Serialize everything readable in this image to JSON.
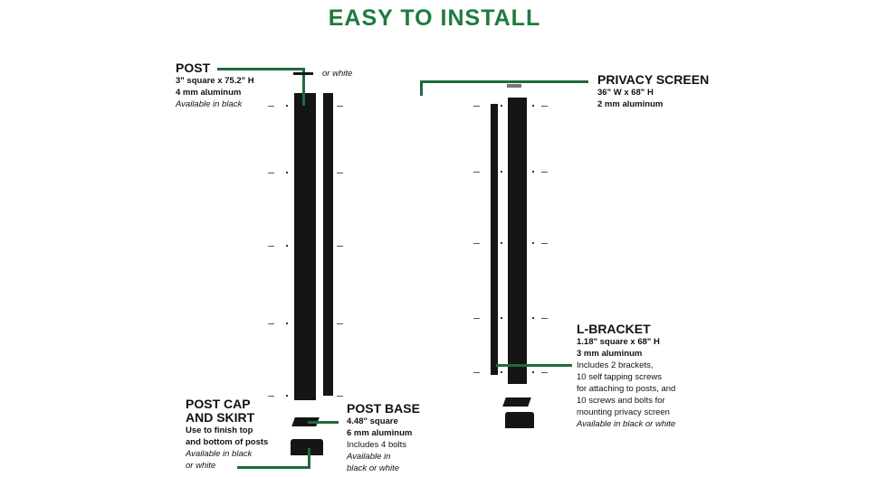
{
  "title": "EASY TO INSTALL",
  "post": {
    "heading": "POST",
    "lines": [
      "3\" square x 75.2\" H",
      "4 mm aluminum"
    ],
    "note": "Available in black",
    "extra": "or white"
  },
  "privacy_screen": {
    "heading": "PRIVACY SCREEN",
    "lines": [
      "36\" W x 68\" H",
      "2 mm aluminum"
    ]
  },
  "l_bracket": {
    "heading": "L-BRACKET",
    "lines": [
      "1.18\" square x 68\" H",
      "3 mm aluminum"
    ],
    "details": [
      "Includes 2 brackets,",
      "10 self tapping screws",
      "for attaching to posts, and",
      "10 screws and bolts for",
      "mounting privacy screen"
    ],
    "note": "Available in black or white"
  },
  "post_cap": {
    "heading": [
      "POST CAP",
      "AND SKIRT"
    ],
    "lines": [
      "Use to finish top",
      "and bottom of posts"
    ],
    "note": [
      "Available in black",
      "or white"
    ]
  },
  "post_base": {
    "heading": "POST BASE",
    "lines": [
      "4.48\" square",
      "6 mm aluminum"
    ],
    "details": [
      "Includes 4 bolts"
    ],
    "note": [
      "Available in",
      "black or white"
    ]
  },
  "colors": {
    "accent": "#1f6b3a",
    "title": "#1f7a3f"
  }
}
